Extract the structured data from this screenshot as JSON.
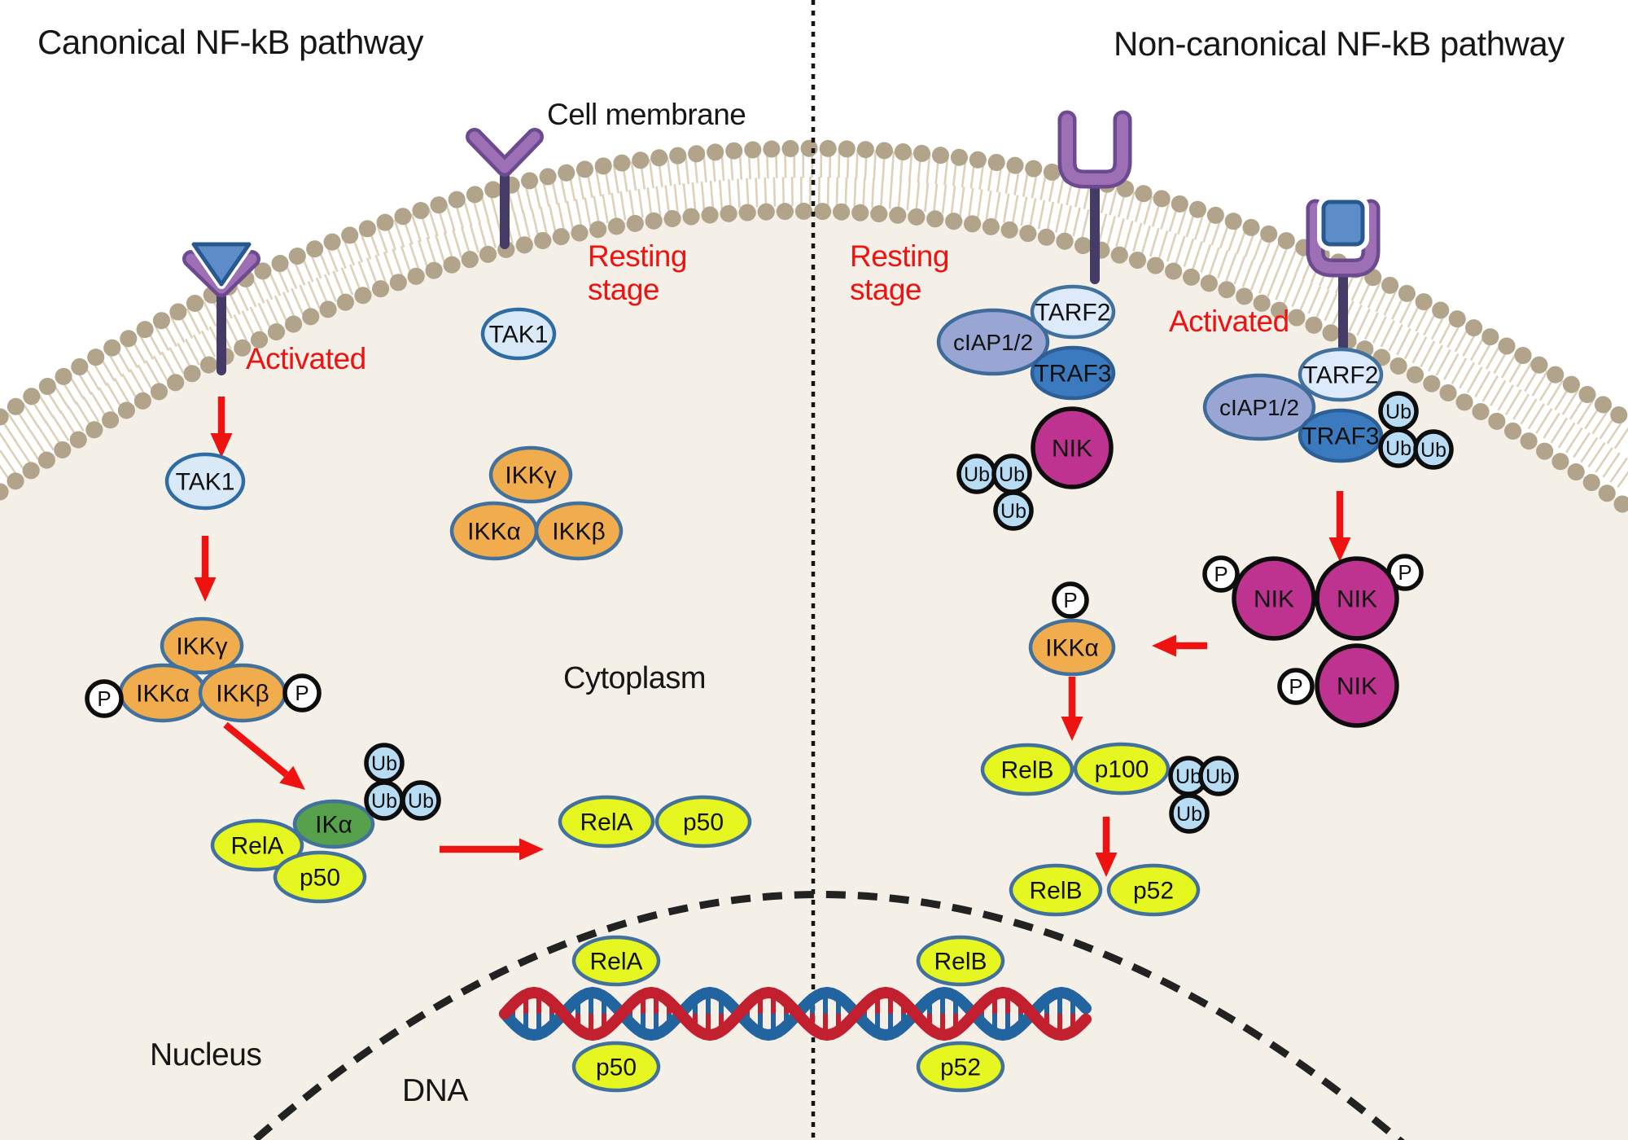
{
  "titles": {
    "left": "Canonical NF-kB pathway",
    "right": "Non-canonical NF-kB pathway"
  },
  "labels": {
    "cell_membrane": "Cell membrane",
    "activated": "Activated",
    "resting_stage": "Resting\nstage",
    "cytoplasm": "Cytoplasm",
    "nucleus": "Nucleus",
    "dna": "DNA"
  },
  "molecules": {
    "tak1": "TAK1",
    "ikk_gamma": "IKKγ",
    "ikk_alpha": "IKKα",
    "ikk_beta": "IKKβ",
    "ik_alpha": "IKα",
    "p": "P",
    "ub": "Ub",
    "rela": "RelA",
    "p50": "p50",
    "relb": "RelB",
    "p100": "p100",
    "p52": "p52",
    "nik": "NIK",
    "tarf2": "TARF2",
    "ciap12": "cIAP1/2",
    "traf3": "TRAF3"
  },
  "colors": {
    "cell_bg": "#f4efe7",
    "membrane_head": "#b2a38b",
    "membrane_tail": "#ddd1ba",
    "red": "#ee1211",
    "oval_border": "#41719c",
    "orange": "#f0ac4d",
    "lightblue": "#d9e9f8",
    "palest_blue": "#dceafb",
    "periwinkle": "#99a6d4",
    "periwinkle_border": "#3f6b9a",
    "medblue": "#3b7abf",
    "medblue_border": "#2e5f94",
    "green": "#57a14c",
    "yellow": "#e5f620",
    "magenta": "#bf3390",
    "ub_fill": "#b9dcf5",
    "badge_border": "#0d0d0d",
    "purple": "#9d6fb5",
    "purple_dark": "#6b4a8f",
    "stalk": "#443b66",
    "ligand_blue": "#5c8dc8",
    "ligand_border": "#28598e",
    "dna_blue": "#2164a0",
    "dna_red": "#c2202f",
    "nucleus_dash": "#222222",
    "divider": "#141414"
  }
}
